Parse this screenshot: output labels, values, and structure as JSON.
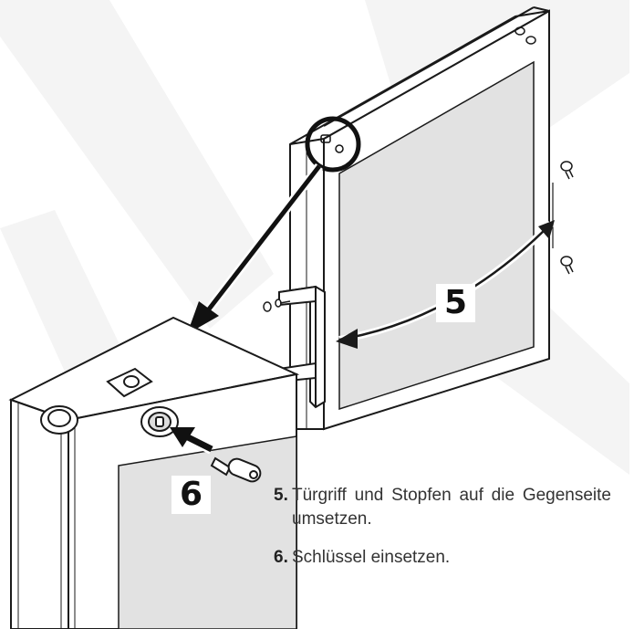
{
  "labels": {
    "step5": "5",
    "step6": "6"
  },
  "instructions": [
    {
      "num": "5.",
      "text": "Türgriff und Stopfen auf die Gegenseite umsetzen."
    },
    {
      "num": "6.",
      "text": "Schlüssel einsetzen."
    }
  ],
  "colors": {
    "line": "#1a1a1a",
    "glass": "#e2e2e2",
    "watermark": "#f3f3f3",
    "text": "#333333"
  },
  "icons": [
    "door-hinge-icon",
    "key-icon",
    "lock-cylinder-icon",
    "screw-icon",
    "plug-icon"
  ]
}
